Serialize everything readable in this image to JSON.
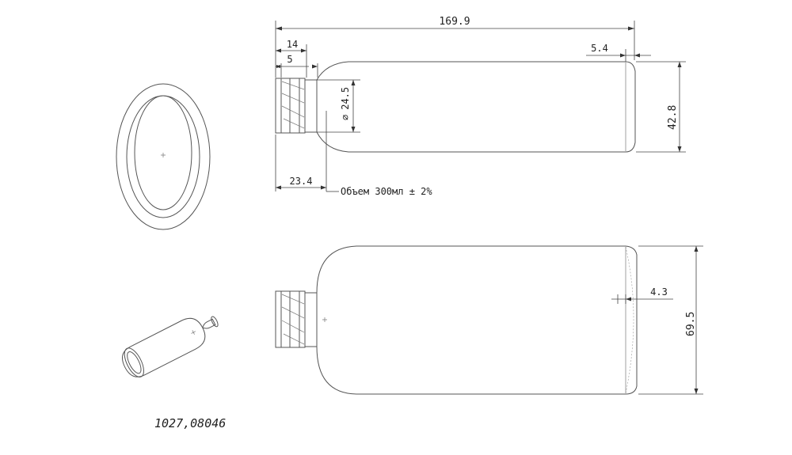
{
  "drawing": {
    "dimensions": {
      "overall_length": "169.9",
      "neck_length": "14",
      "finish_height": "5",
      "bottom_radius": "5.4",
      "neck_diameter": "24.5",
      "diameter_symbol": "⌀",
      "body_width": "42.8",
      "shoulder_length": "23.4",
      "body_height": "69.5",
      "base_depth": "4.3"
    },
    "volume_note": "Объем 300мл ± 2%",
    "part_number": "1027,08046"
  }
}
